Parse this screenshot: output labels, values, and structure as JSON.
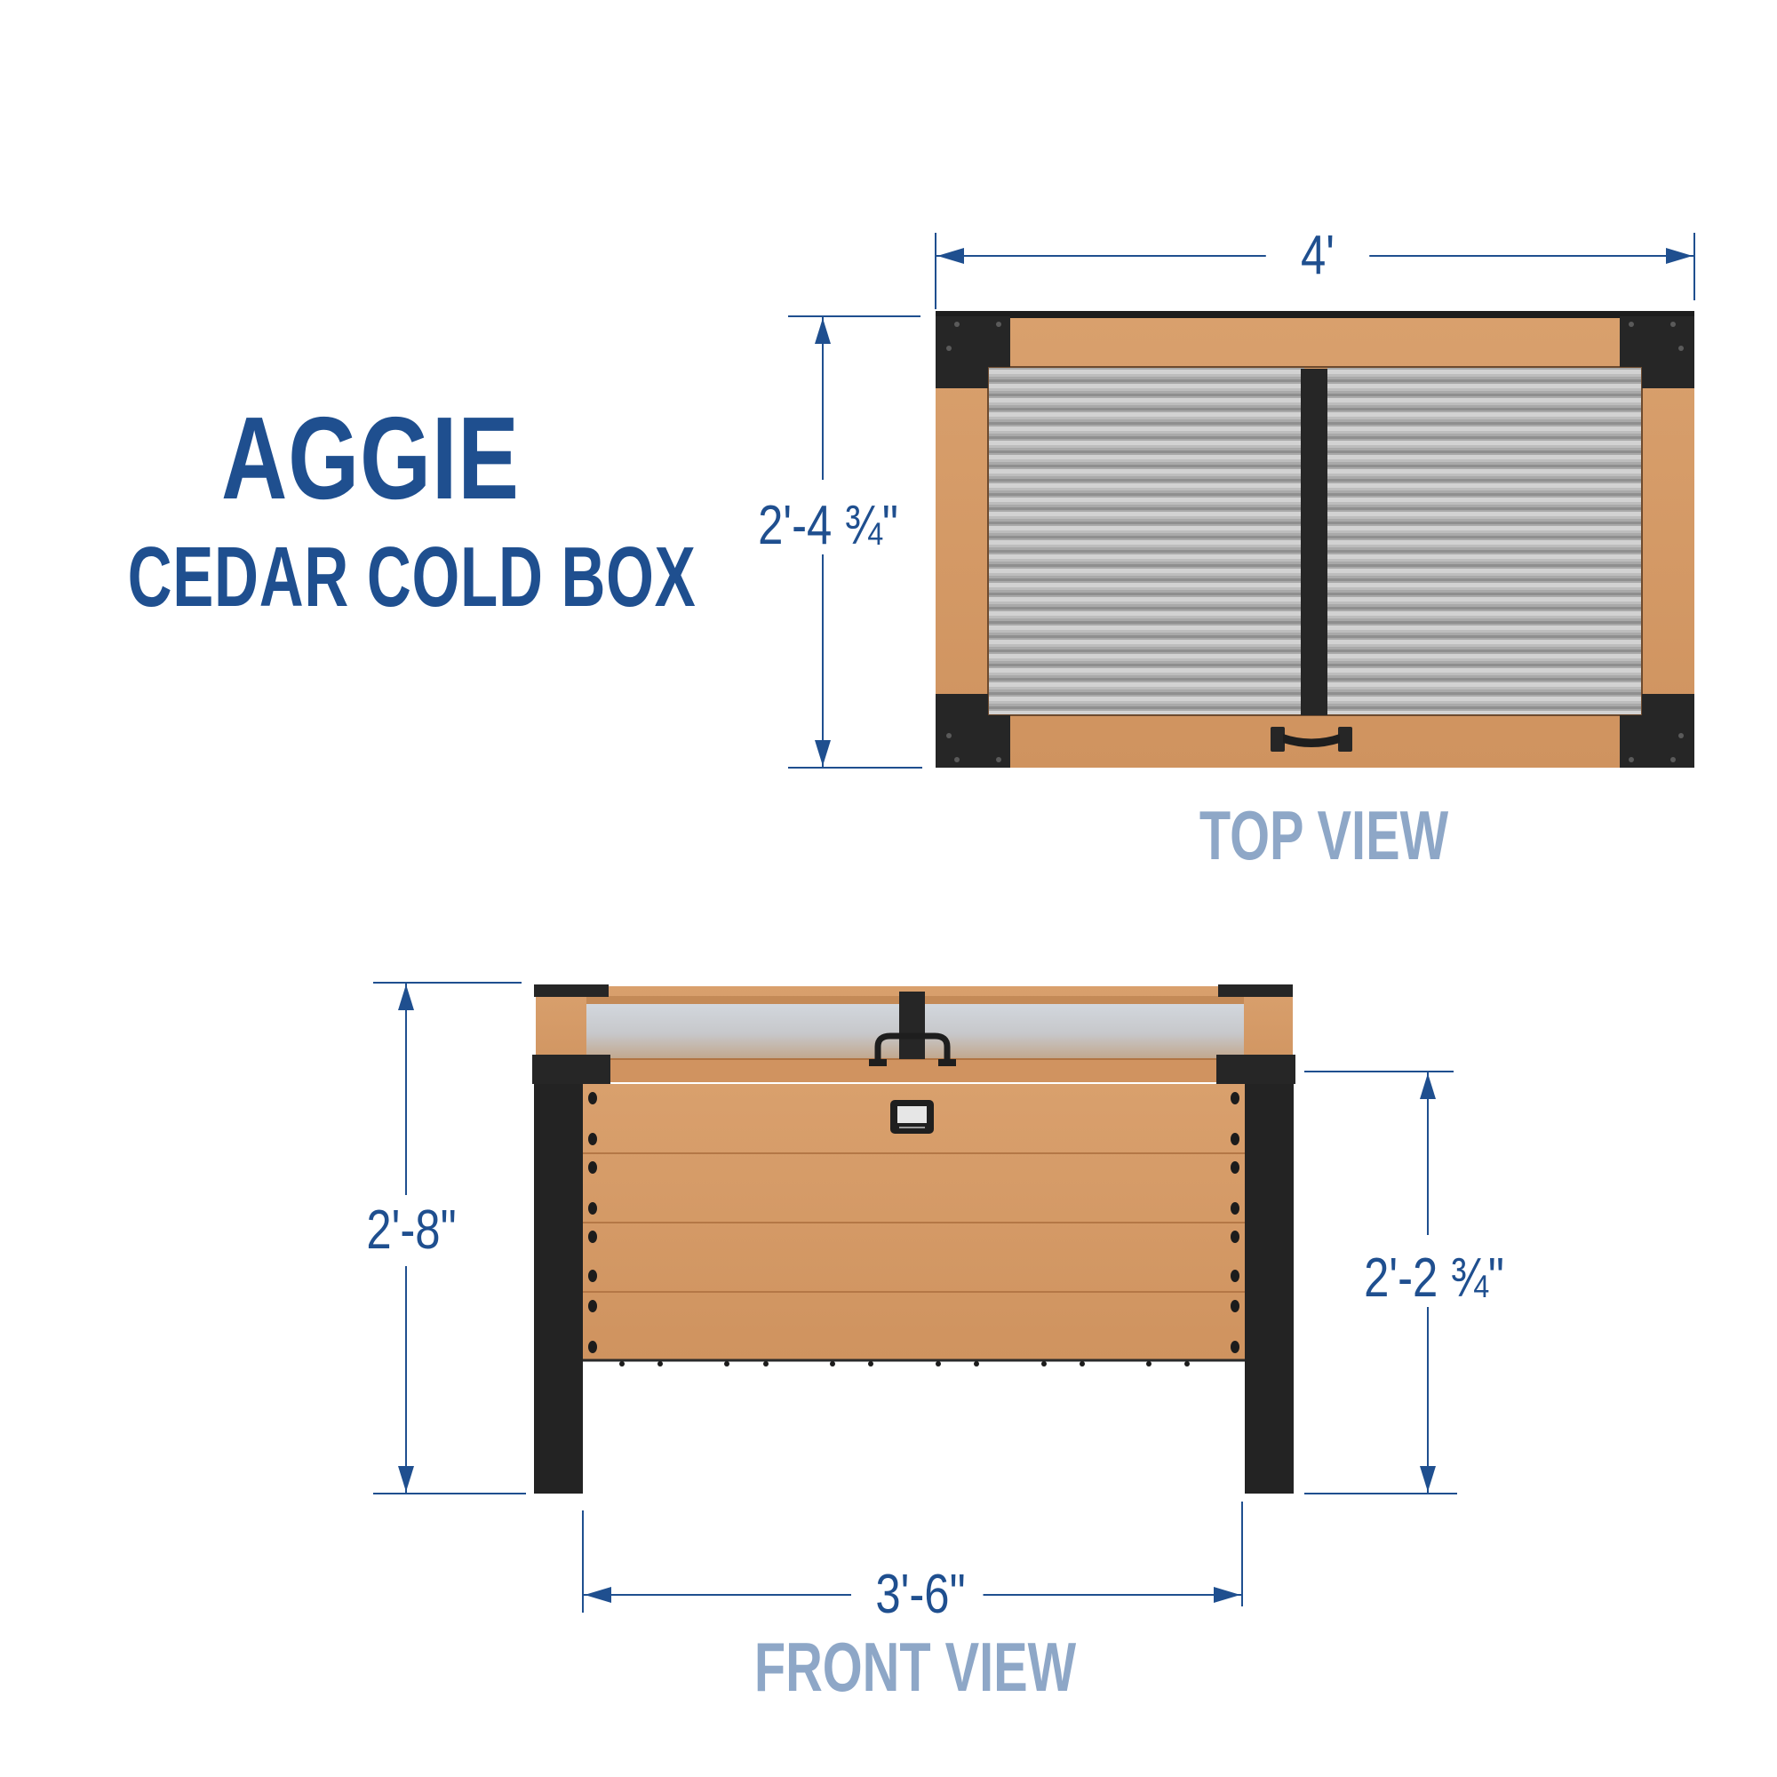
{
  "title": {
    "main": "AGGIE",
    "subtitle": "CEDAR COLD BOX"
  },
  "views": {
    "top": {
      "label": "TOP VIEW",
      "dimensions": {
        "width": "4'",
        "depth": "2'-4 ¾\""
      }
    },
    "front": {
      "label": "FRONT VIEW",
      "dimensions": {
        "overall_height": "2'-8\"",
        "body_height": "2'-2 ¾\"",
        "width": "3'-6\""
      }
    }
  },
  "colors": {
    "title_blue": "#1f4f8f",
    "dimension_blue": "#1f4f8f",
    "view_label_blue": "#8ea7c7",
    "cedar": "#d39866",
    "cedar_dark": "#b97d4d",
    "steel_black": "#262626",
    "polycarbonate_light": "#c9c9c9",
    "polycarbonate_dark": "#8c8c8c"
  }
}
